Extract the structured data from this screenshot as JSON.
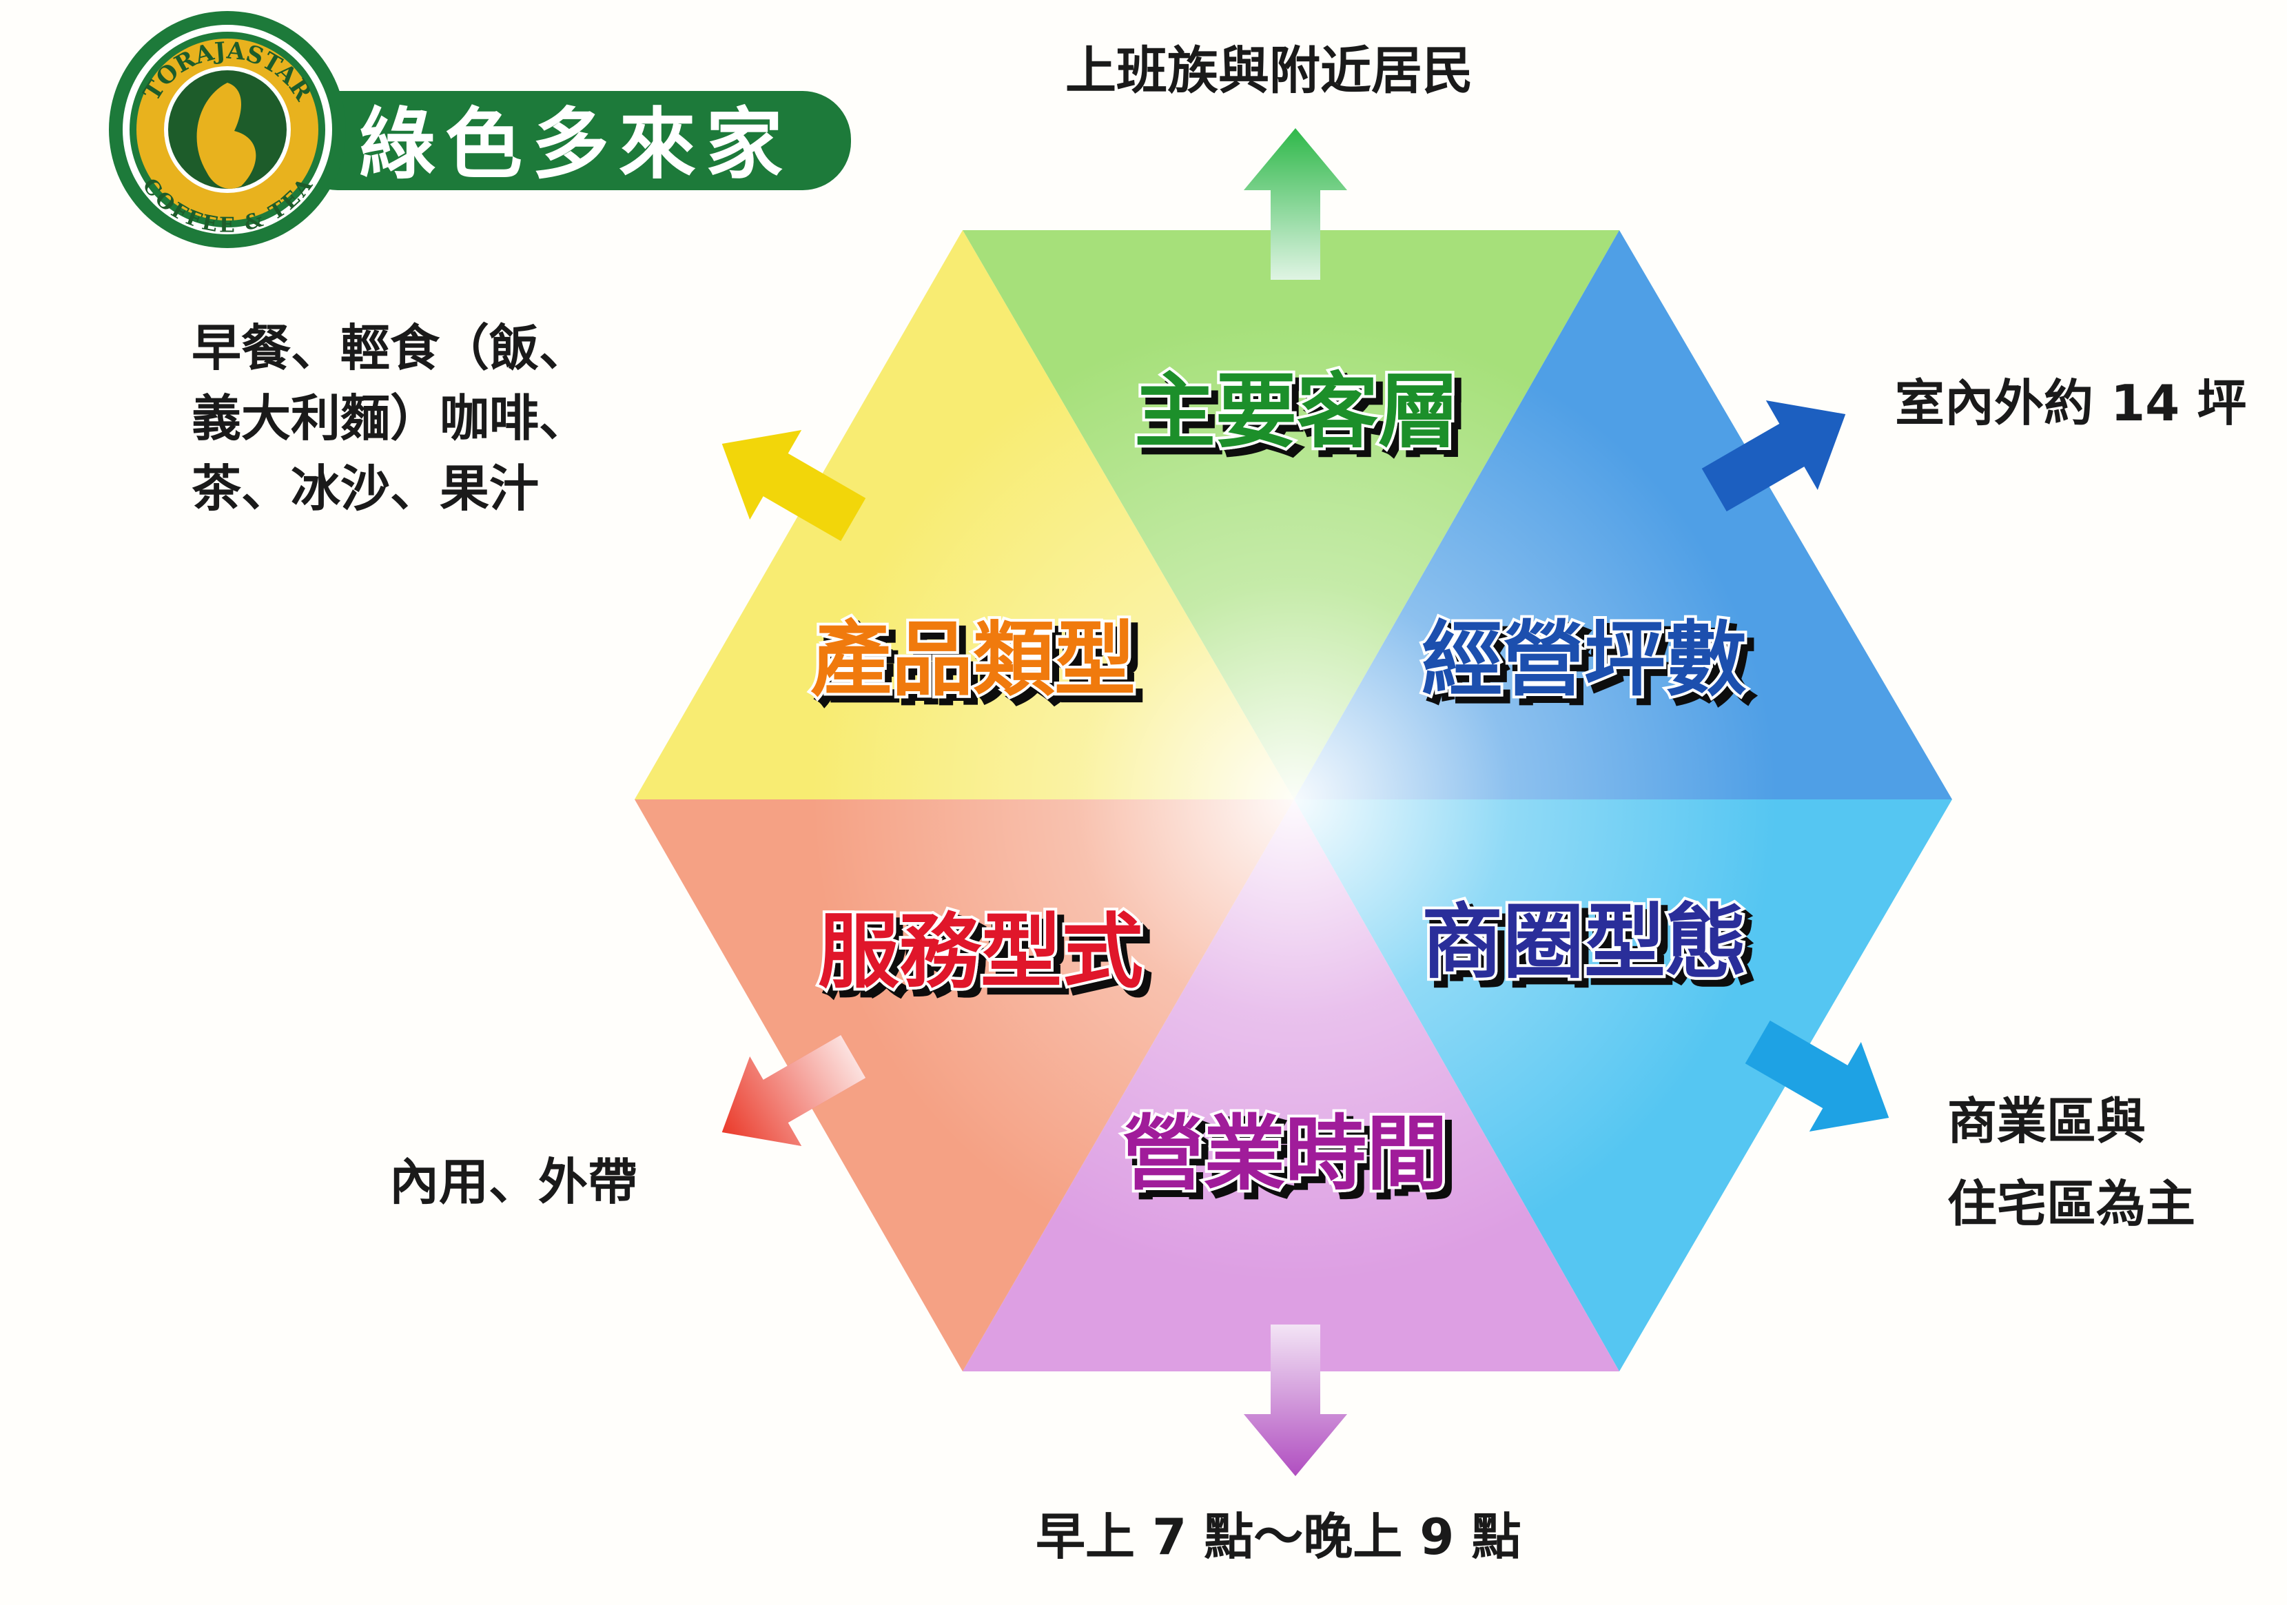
{
  "logo": {
    "ring_text_top": "TORAJASTAR",
    "ring_text_bottom": "COFFEE & TEA",
    "title": "綠色多來家"
  },
  "segments": [
    {
      "id": "customers",
      "label": "主要客層",
      "color": "#1f8f2a",
      "fill": "#a6e07a",
      "annotation": [
        "上班族與附近居民"
      ]
    },
    {
      "id": "area",
      "label": "經營坪數",
      "color": "#1d4fae",
      "fill": "#4f9fe6",
      "annotation": [
        "室內外約 14 坪"
      ]
    },
    {
      "id": "district",
      "label": "商圈型態",
      "color": "#2a2f9a",
      "fill": "#55c6f2",
      "annotation": [
        "商業區與",
        "住宅區為主"
      ]
    },
    {
      "id": "hours",
      "label": "營業時間",
      "color": "#a01c9a",
      "fill": "#dd9fe3",
      "annotation": [
        "早上 7 點～晚上 9 點"
      ]
    },
    {
      "id": "service",
      "label": "服務型式",
      "color": "#e0142a",
      "fill": "#f5a184",
      "annotation": [
        "內用、外帶"
      ]
    },
    {
      "id": "products",
      "label": "產品類型",
      "color": "#f07a10",
      "fill": "#f8ec72",
      "annotation": [
        "早餐、輕食（飯、",
        "義大利麵）咖啡、",
        "茶、冰沙、果汁"
      ]
    }
  ],
  "colors": {
    "brand_green": "#1d7a3a",
    "brand_gold": "#e8b21e"
  }
}
